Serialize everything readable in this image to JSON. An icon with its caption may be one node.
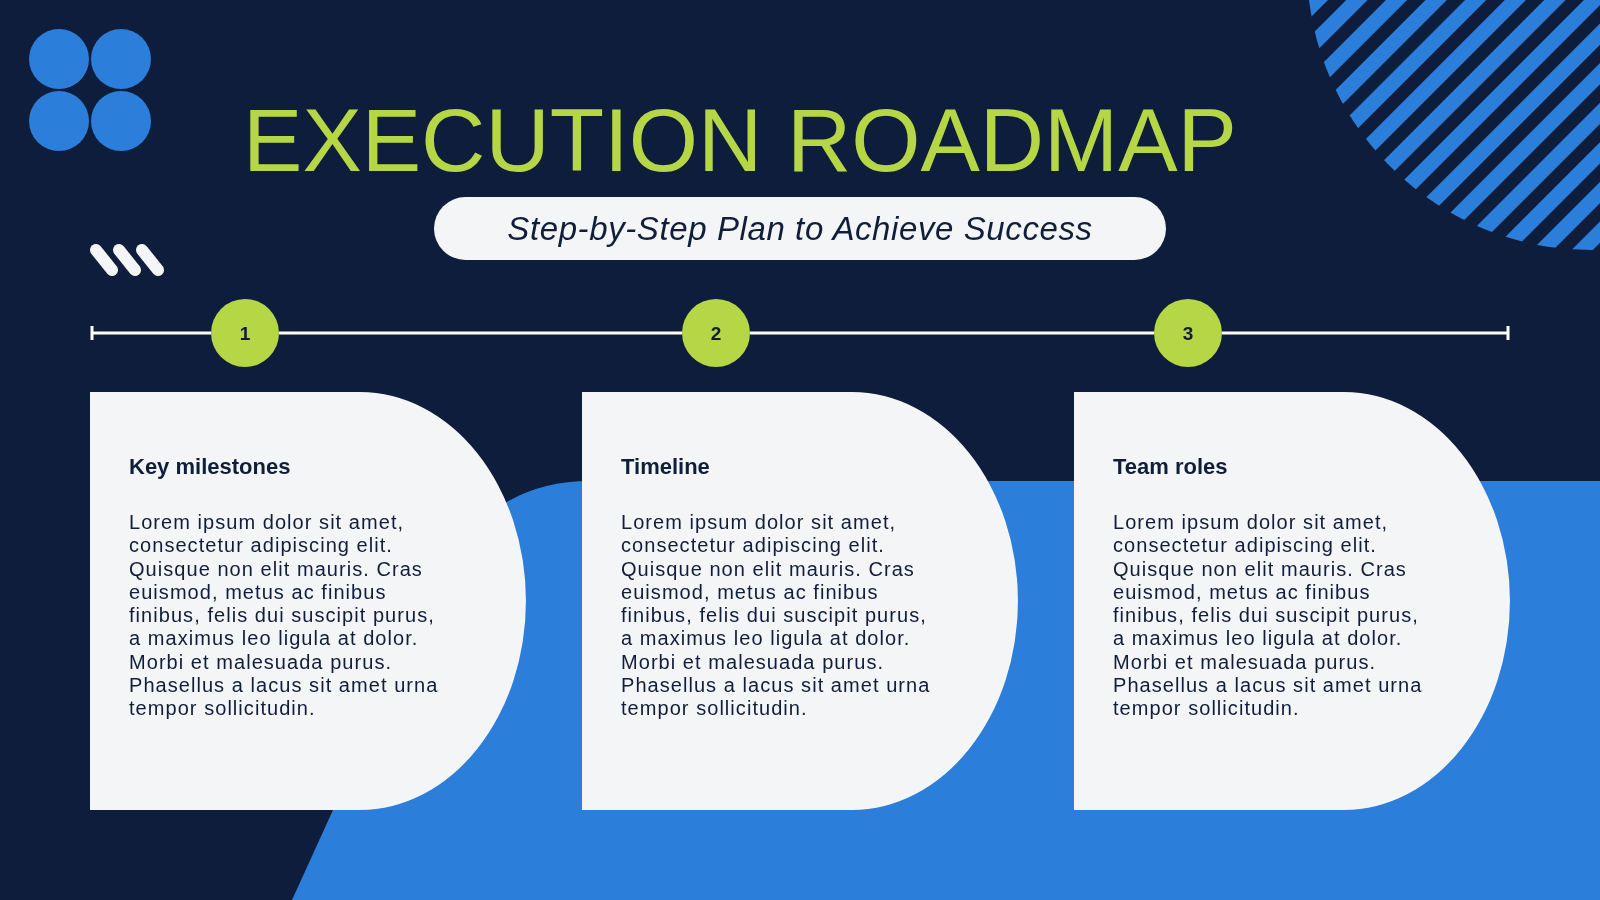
{
  "diagram": {
    "title": "EXECUTION ROADMAP",
    "nodes": [
      {
        "text": [
          "Step-by-Step Plan to Achieve Success"
        ]
      },
      {
        "text": [
          "1"
        ]
      },
      {
        "text": [
          "2"
        ]
      },
      {
        "text": [
          "3"
        ]
      },
      {
        "text": [
          "Key milestones",
          "Lorem ipsum dolor sit amet, consectetur adipiscing elit. Quisque non elit mauris. Cras euismod, metus ac finibus finibus, felis dui suscipit purus, a maximus leo ligula at dolor. Morbi et malesuada purus. Phasellus a lacus sit amet urna tempor sollicitudin."
        ]
      },
      {
        "text": [
          "Timeline",
          "Lorem ipsum dolor sit amet, consectetur adipiscing elit. Quisque non elit mauris. Cras euismod, metus ac finibus finibus, felis dui suscipit purus, a maximus leo ligula at dolor. Morbi et malesuada purus. Phasellus a lacus sit amet urna tempor sollicitudin."
        ]
      },
      {
        "text": [
          "Team roles",
          "Lorem ipsum dolor sit amet, consectetur adipiscing elit. Quisque non elit mauris. Cras euismod, metus ac finibus finibus, felis dui suscipit purus, a maximus leo ligula at dolor. Morbi et malesuada purus. Phasellus a lacus sit amet urna tempor sollicitudin."
        ]
      }
    ],
    "edges": [
      {
        "from": 1,
        "to": null,
        "arrow": "other"
      },
      {
        "from": 1,
        "to": 2,
        "arrow": "none"
      },
      {
        "from": 2,
        "to": 3,
        "arrow": "none"
      },
      {
        "from": 3,
        "to": null,
        "arrow": "other"
      }
    ]
  }
}
